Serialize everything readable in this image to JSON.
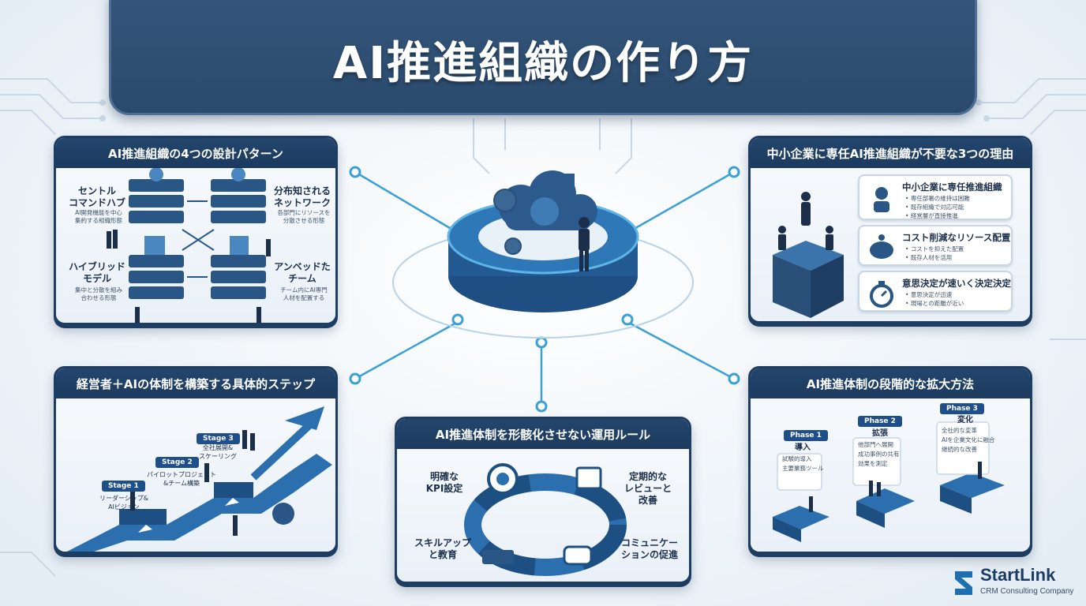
{
  "title": "AI推進組織の作り方",
  "panels": {
    "top_left": {
      "header": "AI推進組織の4つの設計パターン",
      "items": [
        {
          "label": "セントル\nコマンドハブ",
          "desc": "AI開発機能を中心\n集約する組織形態"
        },
        {
          "label": "分布知される\nネットワーク",
          "desc": "各部門にリソースを\n分散させる形態"
        },
        {
          "label": "ハイブリッド\nモデル",
          "desc": "集中と分散を組み\n合わせる形態"
        },
        {
          "label": "アンベッドた\nチーム",
          "desc": "チーム内にAI専門\n人材を配置する"
        }
      ]
    },
    "top_right": {
      "header": "中小企業に専任AI推進組織が不要な3つの理由",
      "cards": [
        {
          "title": "中小企業に専任推進組織",
          "bullets": [
            "専任部署の維持は困難",
            "既存組織で対応可能",
            "経営層が直接推進"
          ]
        },
        {
          "title": "コスト削減なリソース配置",
          "bullets": [
            "コストを抑えた配置",
            "既存人材を活用"
          ]
        },
        {
          "title": "意思決定が速いく決定決定",
          "bullets": [
            "意思決定が迅速",
            "現場との距離が近い"
          ]
        }
      ]
    },
    "bottom_left": {
      "header": "経営者＋AIの体制を構築する具体的ステップ",
      "stages": [
        {
          "tag": "Stage 1",
          "text": "リーダーシップ&\nAIビジョン"
        },
        {
          "tag": "Stage 2",
          "text": "パイロットプロジェクト\n&チーム構築"
        },
        {
          "tag": "Stage 3",
          "text": "全社展開&\nスケーリング"
        }
      ]
    },
    "bottom_center": {
      "header": "AI推進体制を形骸化させない運用ルール",
      "items": [
        "明確な\nKPI設定",
        "定期的な\nレビューと\n改善",
        "スキルアップ\nと教育",
        "コミュニケー\nションの促進"
      ]
    },
    "bottom_right": {
      "header": "AI推進体制の段階的な拡大方法",
      "phases": [
        {
          "tag": "Phase 1",
          "title": "導入",
          "bullets": [
            "試験的導入",
            "主要業務ツール"
          ]
        },
        {
          "tag": "Phase 2",
          "title": "拡張",
          "bullets": [
            "他部門へ展開",
            "成功事例の共有",
            "効果を測定"
          ]
        },
        {
          "tag": "Phase 3",
          "title": "変化",
          "bullets": [
            "全社的な変革",
            "AIを企業文化に融合",
            "継続的な改善"
          ]
        }
      ]
    }
  },
  "logo": {
    "name": "StartLink",
    "subtitle": "CRM Consulting Company"
  },
  "colors": {
    "navy": "#1e3d62",
    "blue": "#1f6fae",
    "teal": "#2b8cc4",
    "accent": "#4fb3e0"
  }
}
